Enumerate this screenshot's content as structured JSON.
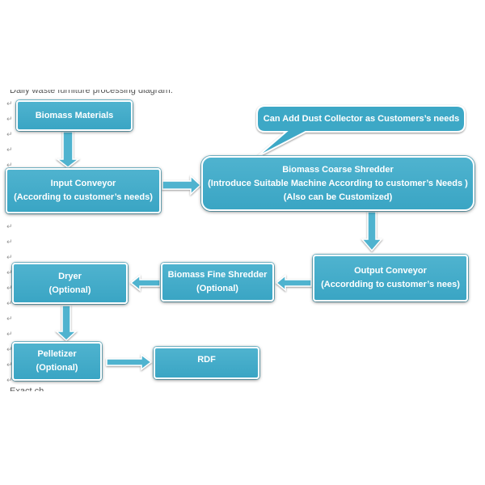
{
  "document": {
    "caption_top": "Daily waste furniture processing diagram:",
    "caption_bottom": "Exact ch..."
  },
  "paragraph_mark": "↵",
  "callout": {
    "text": "Can Add Dust Collector as Customers’s needs"
  },
  "nodes": {
    "biomass_materials": {
      "lines": [
        "Biomass Materials"
      ]
    },
    "input_conveyor": {
      "lines": [
        "Input Conveyor",
        "(According to customer’s needs)"
      ]
    },
    "coarse_shredder": {
      "lines": [
        "Biomass Coarse Shredder",
        "(Introduce Suitable Machine According to customer’s Needs )",
        "(Also can be Customized)"
      ]
    },
    "output_conveyor": {
      "lines": [
        "Output Conveyor",
        "(Accordding to customer’s nees)"
      ]
    },
    "fine_shredder": {
      "lines": [
        "Biomass Fine Shredder",
        "(Optional)"
      ]
    },
    "dryer": {
      "lines": [
        "Dryer",
        "(Optional)"
      ]
    },
    "pelletizer": {
      "lines": [
        "Pelletizer",
        "(Optional)"
      ]
    },
    "rdf": {
      "lines": [
        "RDF"
      ]
    }
  },
  "colors": {
    "box_fill": "#3ea8c6",
    "arrow_fill": "#4fb3cf",
    "callout_fill": "#3ea8c6"
  }
}
